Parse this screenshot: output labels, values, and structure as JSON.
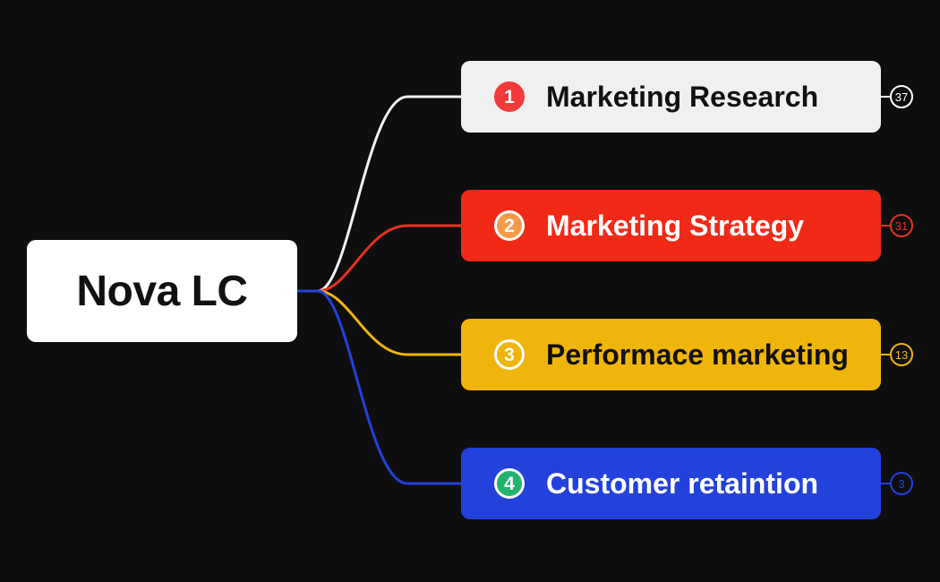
{
  "root": {
    "label": "Nova LC"
  },
  "topics": [
    {
      "number": "1",
      "label": "Marketing Research",
      "count": "37",
      "bg_color": "#f0f0f0",
      "text_color": "#111111",
      "line_color": "#f2f2f2",
      "badge_bg": "#f23a3a",
      "badge_fg": "#ffffff",
      "badge_border": "#f23a3a",
      "count_color": "#ffffff"
    },
    {
      "number": "2",
      "label": "Marketing Strategy",
      "count": "31",
      "bg_color": "#f02a17",
      "text_color": "#ffffff",
      "line_color": "#e8321f",
      "badge_bg": "#f59a4a",
      "badge_fg": "#ffffff",
      "badge_border": "#ffffff",
      "count_color": "#e8321f"
    },
    {
      "number": "3",
      "label": "Performace marketing",
      "count": "13",
      "bg_color": "#f0b50a",
      "text_color": "#111111",
      "line_color": "#f0b50a",
      "badge_bg": "#f0b50a",
      "badge_fg": "#ffffff",
      "badge_border": "#ffffff",
      "count_color": "#f0b50a"
    },
    {
      "number": "4",
      "label": "Customer retaintion",
      "count": "3",
      "bg_color": "#2342db",
      "text_color": "#ffffff",
      "line_color": "#2342db",
      "badge_bg": "#21b36e",
      "badge_fg": "#ffffff",
      "badge_border": "#ffffff",
      "count_color": "#2342db"
    }
  ]
}
